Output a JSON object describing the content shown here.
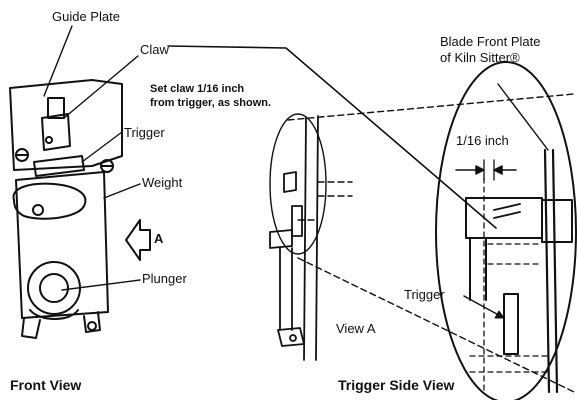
{
  "labels": {
    "guide_plate": "Guide Plate",
    "claw": "Claw",
    "trigger_front": "Trigger",
    "weight": "Weight",
    "view_arrow": "A",
    "plunger": "Plunger",
    "set_claw_line1": "Set claw 1/16 inch",
    "set_claw_line2": "from trigger, as shown.",
    "blade_line1": "Blade Front Plate",
    "blade_line2": "of Kiln Sitter®",
    "gap": "1/16 inch",
    "trigger_detail": "Trigger",
    "view_a": "View A"
  },
  "captions": {
    "front": "Front View",
    "side": "Trigger Side View"
  }
}
